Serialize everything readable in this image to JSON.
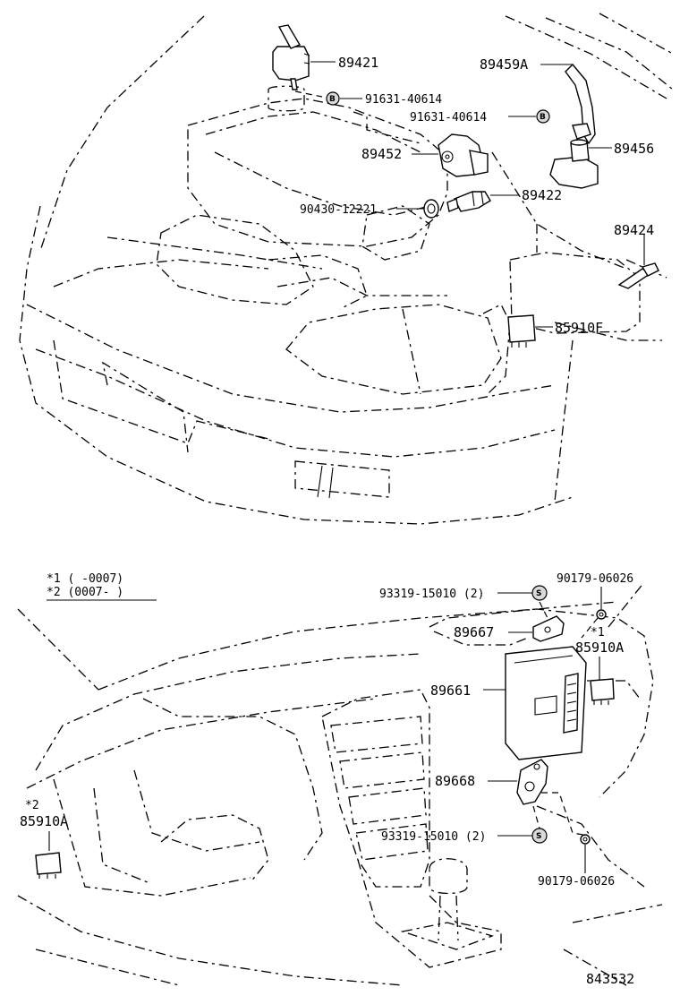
{
  "upper_callouts": {
    "p89421": "89421",
    "p91631_a": "91631-40614",
    "p89459a": "89459A",
    "p91631_b": "91631-40614",
    "p89452": "89452",
    "p89456": "89456",
    "p90430": "90430-12221",
    "p89422": "89422",
    "p89424": "89424",
    "p85910f": "85910F"
  },
  "lower_callouts": {
    "p93319_top": "93319-15010 (2)",
    "p90179_top": "90179-06026",
    "p89667": "89667",
    "p85910a_right": "85910A",
    "p89661": "89661",
    "p89668": "89668",
    "p85910a_left": "85910A",
    "p93319_bottom": "93319-15010 (2)",
    "p90179_bottom": "90179-06026"
  },
  "markers": {
    "note1": "*1",
    "note2": "*2",
    "s_symbol": "S",
    "b_symbol": "B"
  },
  "legend": {
    "line1": "*1 (    -0007)",
    "line2": "*2 (0007-    )"
  },
  "figure_number": "843532"
}
